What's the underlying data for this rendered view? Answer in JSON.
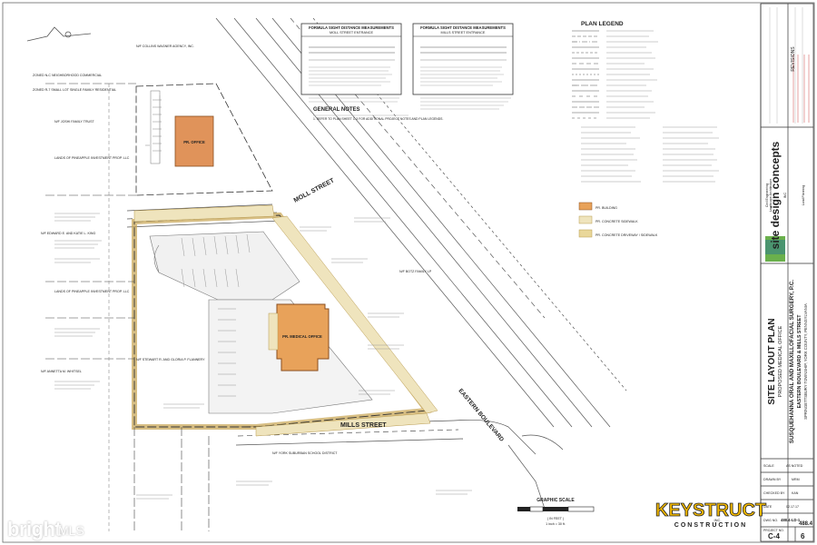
{
  "title_block": {
    "company": "site design concepts",
    "company_sub": "INC",
    "company_lines": [
      "Civil Engineering",
      "Landscape Architecture",
      "Land Planning"
    ],
    "sheet_title": "SITE LAYOUT PLAN",
    "sheet_subtitle": "PROPOSED MEDICAL OFFICE",
    "project_name": "SUSQUEHANNA ORAL AND MAXILLOFACIAL SURGERY, P.C.",
    "project_location": "EASTERN BOULEVARD & MILLS STREET",
    "project_township": "SPRINGETTSBURY TOWNSHIP, YORK COUNTY, PENNSYLVANIA",
    "scale_label": "SCALE",
    "scale_value": "AS NOTED",
    "drawn_label": "DRAWN BY",
    "drawn_value": "MRM",
    "checked_label": "CHECKED BY",
    "checked_value": "KAN",
    "date_label": "DATE",
    "date_value": "02.17.17",
    "project_no_label": "PROJECT NO.",
    "project_no": "488.4",
    "dwg_label": "DWG NO.",
    "dwg_value": "488.4-LD-1",
    "job_value": "488.4",
    "sheet_no_label": "SHEET NO.",
    "sheet_no": "C-4",
    "sheet_count": "6",
    "revisions_label": "REVISIONS"
  },
  "sight_distance_boxes": [
    {
      "title": "FORMULA SIGHT DISTANCE MEASUREMENTS",
      "subtitle": "MOLL STREET ENTRANCE"
    },
    {
      "title": "FORMULA SIGHT DISTANCE MEASUREMENTS",
      "subtitle": "MILLS STREET ENTRANCE"
    }
  ],
  "general_notes": {
    "heading": "GENERAL NOTES",
    "items": [
      "1. REFER TO PLAN SHEET C-3 FOR ADDITIONAL PROJECT NOTES AND PLAN LEGENDS."
    ]
  },
  "legend": {
    "heading": "PLAN LEGEND",
    "area_labels": [
      "PR. BUILDING",
      "PR. CONCRETE SIDEWALK",
      "PR. CONCRETE DRIVEWAY / SIDEWALK"
    ]
  },
  "streets": [
    "MOLL STREET",
    "MILLS STREET",
    "EASTERN BOULEVARD"
  ],
  "buildings": [
    {
      "label": "PR. MEDICAL OFFICE",
      "fill": "#e8a25a"
    },
    {
      "label": "PR. OFFICE",
      "fill": "#e0935a"
    }
  ],
  "neighbors": [
    "N/F COLLINS WAGNER AGENCY, INC.",
    "ZONED N-C NEIGHBORHOOD COMMERCIAL",
    "ZONED R-7 SMALL LOT SINGLE FAMILY RESIDENTIAL",
    "N/F JOSHI FAMILY TRUST",
    "LANDS OF PINEAPPLE INVESTMENT PROP. LLC",
    "N/F EDWARD E. AND KATIE L. KING",
    "LANDS OF PINEAPPLE INVESTMENT PROP. LLC",
    "N/F STEWART R. AND GLORIA P. FLANNERY",
    "N/F ANNETTA M. WHITSEL",
    "N/F BOTZ FAMILY LP",
    "N/F YORK SUBURBAN SCHOOL DISTRICT"
  ],
  "graphic_scale": {
    "label": "GRAPHIC SCALE",
    "units": "( IN FEET )",
    "ratio": "1 inch = 30 ft."
  },
  "contractor": {
    "name": "KEYSTRUCT",
    "tag": "CONSTRUCTION",
    "inc": "INC"
  },
  "watermark": {
    "brand": "bright",
    "suffix": "MLS"
  },
  "colors": {
    "building": "#e8a25a",
    "driveway": "#e9d79a",
    "sidewalk": "#efe4bd",
    "brand_green": "#6ab04c",
    "keystruct_yellow": "#f2b800"
  }
}
